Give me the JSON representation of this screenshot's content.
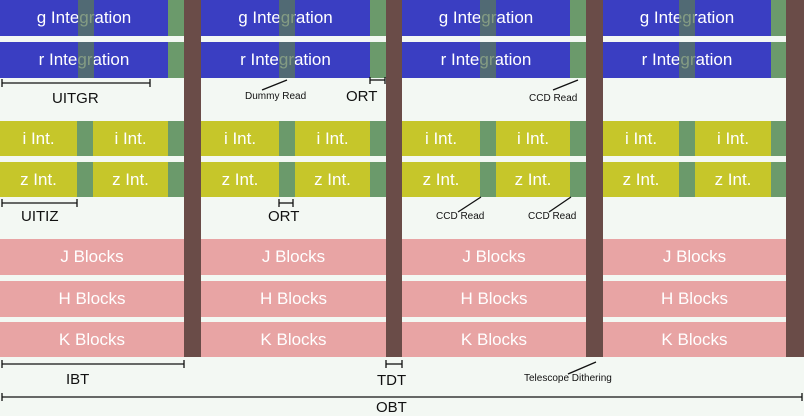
{
  "labels": {
    "g_integration": "g Integration",
    "r_integration": "r Integration",
    "i_int": "i Int.",
    "z_int": "z Int.",
    "j_blocks": "J Blocks",
    "h_blocks": "H Blocks",
    "k_blocks": "K Blocks"
  },
  "annotations": {
    "uitgr": "UITGR",
    "uitiz": "UITIZ",
    "dummy_read": "Dummy Read",
    "ort": "ORT",
    "ccd_read": "CCD Read",
    "ibt": "IBT",
    "tdt": "TDT",
    "telescope_dithering": "Telescope Dithering",
    "obt": "OBT"
  },
  "colors": {
    "gr_band": "#3a3ec2",
    "iz_band": "#c6c62a",
    "nir_band": "#e8a4a4",
    "separator": "#6a4c48",
    "readout": "#6b9a6b",
    "background": "#f3f8f3"
  }
}
